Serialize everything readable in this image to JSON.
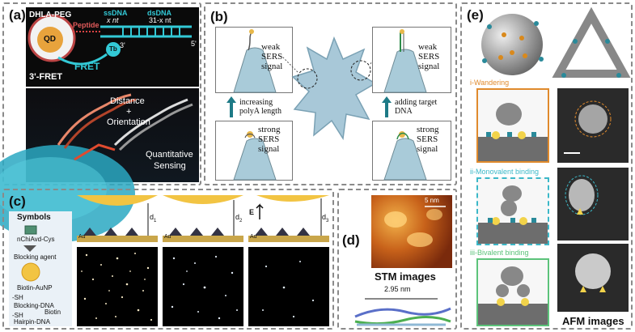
{
  "panels": {
    "a": {
      "label": "(a)",
      "dhla_peg": "DHLA-PEG",
      "qd": "QD",
      "peptide": "Peptide",
      "ssdna": "ssDNA",
      "x_nt": "x nt",
      "dsdna": "dsDNA",
      "nt_31": "31-x nt",
      "three_prime": "3'",
      "five_prime": "5'",
      "fret": "FRET",
      "tb": "Tb",
      "mode": "3'-FRET",
      "distance": "Distance",
      "plus": "+",
      "orientation": "Orientation",
      "quantitative": "Quantitative",
      "sensing": "Sensing"
    },
    "b": {
      "label": "(b)",
      "weak_left": "weak SERS signal",
      "strong_left": "strong SERS signal",
      "arrow_left": "increasing polyA length",
      "weak_right": "weak SERS signal",
      "strong_right": "strong SERS signal",
      "arrow_right": "adding target DNA"
    },
    "c": {
      "label": "(c)",
      "symbols": "Symbols",
      "nchiavd": "nChiAvd-Cys",
      "blocking_agent": "Blocking agent",
      "biotin_aunp": "Biotin-AuNP",
      "sh1": "-SH",
      "blocking_dna": "Blocking-DNA",
      "biotin": "Biotin",
      "sh2": "-SH",
      "hairpin_dna": "Hairpin-DNA",
      "au": "Au",
      "d1": "d",
      "d1_sub": "1",
      "d2": "d",
      "d2_sub": "2",
      "d3": "d",
      "d3_sub": "3",
      "efield": "E"
    },
    "d": {
      "label": "(d)",
      "scale": "5 nm",
      "caption": "STM images",
      "distance": "2.95 nm"
    },
    "e": {
      "label": "(e)",
      "wandering": "i-Wandering",
      "monovalent": "ii-Monovalent binding",
      "bivalent": "iii-Bivalent binding",
      "caption": "AFM images"
    }
  },
  "colors": {
    "border": "#8a8a8a",
    "qd_orange": "#e8a33c",
    "cyan": "#33c9d6",
    "cone": "#a9cbd9",
    "orange_box": "#e08a2c",
    "cyan_box": "#3cb8c8",
    "green_box": "#5cc37a"
  }
}
